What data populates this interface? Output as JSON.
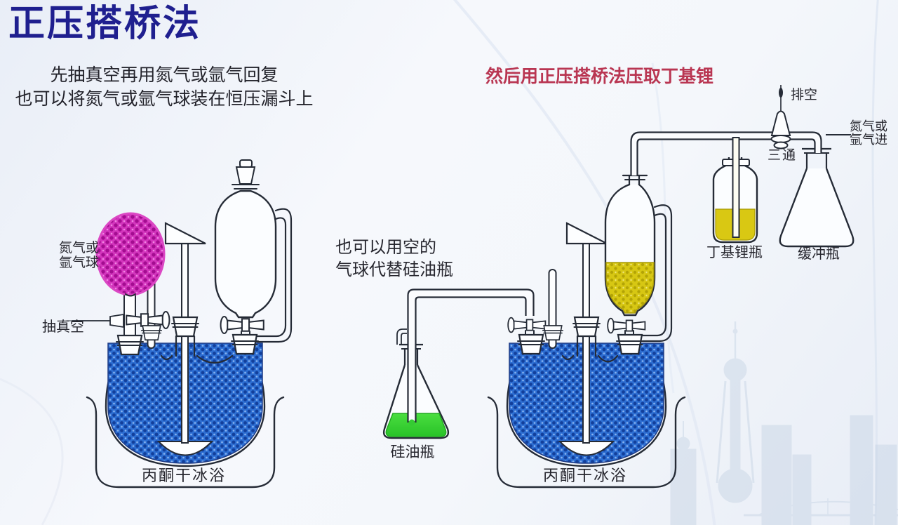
{
  "title": "正压搭桥法",
  "notes": {
    "step1_line1": "先抽真空再用氮气或氩气回复",
    "step1_line2": "也可以将氮气或氩气球装在恒压漏斗上",
    "step2_red": "然后用正压搭桥法压取丁基锂",
    "alt_line1": "也可以用空的",
    "alt_line2": "气球代替硅油瓶"
  },
  "left_apparatus": {
    "balloon_label_line1": "氮气或",
    "balloon_label_line2": "氩气球",
    "vacuum_label": "抽真空",
    "bath_label": "丙酮干冰浴"
  },
  "middle_apparatus": {
    "silicone_flask_label": "硅油瓶",
    "bath_label": "丙酮干冰浴"
  },
  "right_apparatus": {
    "vent_label": "排空",
    "three_way_label": "三通",
    "gas_in_line1": "氮气或",
    "gas_in_line2": "氩气进",
    "butyllithium_bottle_label": "丁基锂瓶",
    "buffer_flask_label": "缓冲瓶"
  },
  "colors": {
    "title_blue": "#1f1f8f",
    "note_red": "#b93652",
    "line_ink": "#252b36",
    "balloon_magenta": "#d335bd",
    "liquid_blue": "#2e6fd3",
    "liquid_yellow": "#d7c713",
    "liquid_green": "#3bd13b",
    "skyline_watermark": "#c5d3e4"
  }
}
